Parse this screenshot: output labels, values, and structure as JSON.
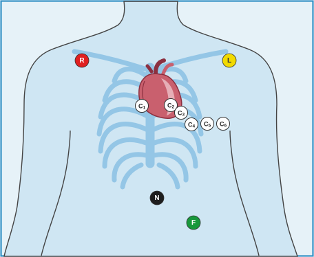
{
  "colors": {
    "frame_border": "#2f8fc4",
    "frame_fill": "#e6f2f8",
    "body_fill": "#cfe6f3",
    "bone": "#94c6e6",
    "heart": "#c9606e",
    "heart_light": "#e6aeb6",
    "heart_dark": "#8c3040"
  },
  "limb_electrodes": [
    {
      "label": "R",
      "fill": "#e02020",
      "text_color": "#ffffff"
    },
    {
      "label": "L",
      "fill": "#f2da00",
      "text_color": "#333333"
    },
    {
      "label": "N",
      "fill": "#1e1e1e",
      "text_color": "#ffffff"
    },
    {
      "label": "F",
      "fill": "#18983c",
      "text_color": "#ffffff"
    }
  ],
  "chest_electrodes": [
    {
      "letter": "C",
      "sub": "1"
    },
    {
      "letter": "C",
      "sub": "2"
    },
    {
      "letter": "C",
      "sub": "3"
    },
    {
      "letter": "C",
      "sub": "4"
    },
    {
      "letter": "C",
      "sub": "5"
    },
    {
      "letter": "C",
      "sub": "6"
    }
  ]
}
